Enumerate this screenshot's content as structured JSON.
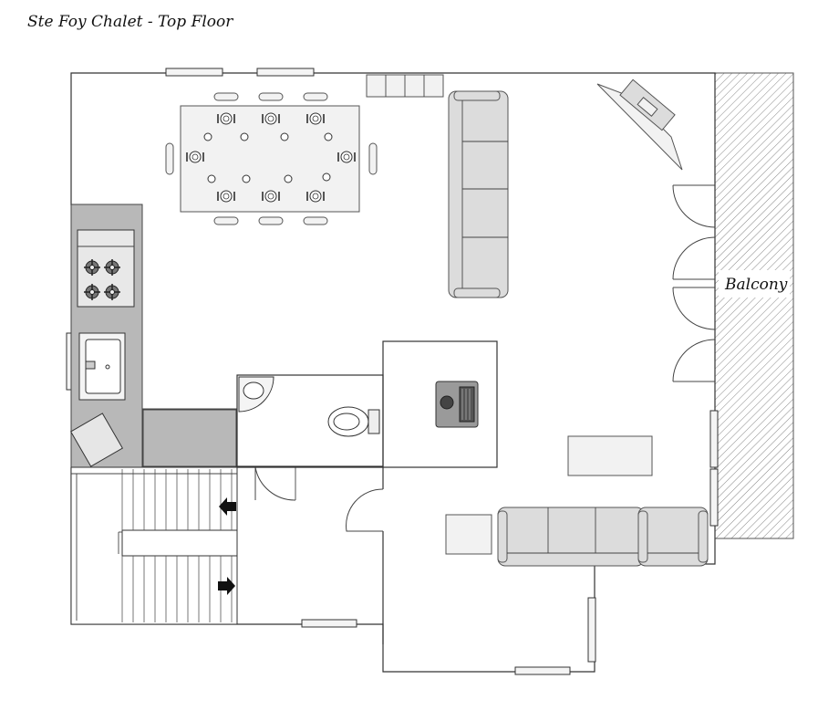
{
  "title": "Ste Foy Chalet - Top Floor",
  "labels": {
    "balcony": "Balcony"
  },
  "colors": {
    "wall": "#333333",
    "furniture": "#dcdcdc",
    "counter": "#b8b8b8",
    "balcony_hatch": "#888888"
  },
  "icons": [
    "dining-table",
    "sofa",
    "stove",
    "sink",
    "toilet",
    "washbasin",
    "stairs",
    "fireplace",
    "tv",
    "armchair"
  ]
}
